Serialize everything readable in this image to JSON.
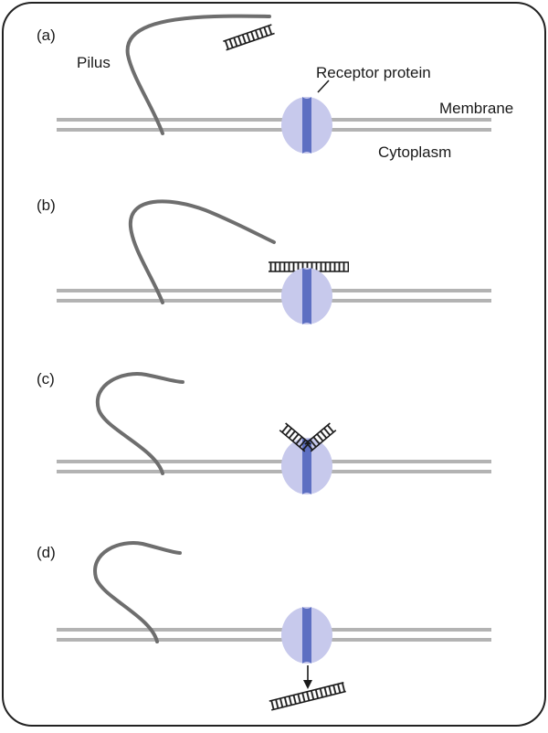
{
  "panels": [
    {
      "label": "(a)",
      "state": "dna-free-near-pilus"
    },
    {
      "label": "(b)",
      "state": "dna-on-receptor"
    },
    {
      "label": "(c)",
      "state": "dna-bent-into-receptor"
    },
    {
      "label": "(d)",
      "state": "dna-released-into-cytoplasm"
    }
  ],
  "labels": {
    "pilus": "Pilus",
    "receptor": "Receptor protein",
    "membrane": "Membrane",
    "cytoplasm": "Cytoplasm"
  },
  "colors": {
    "frame": "#222222",
    "membrane": "#b3b3b3",
    "pilus": "#6e6e6e",
    "receptor_fill": "#c7c9ec",
    "receptor_channel": "#5d6fc2",
    "dna": "#1a1a1a"
  }
}
